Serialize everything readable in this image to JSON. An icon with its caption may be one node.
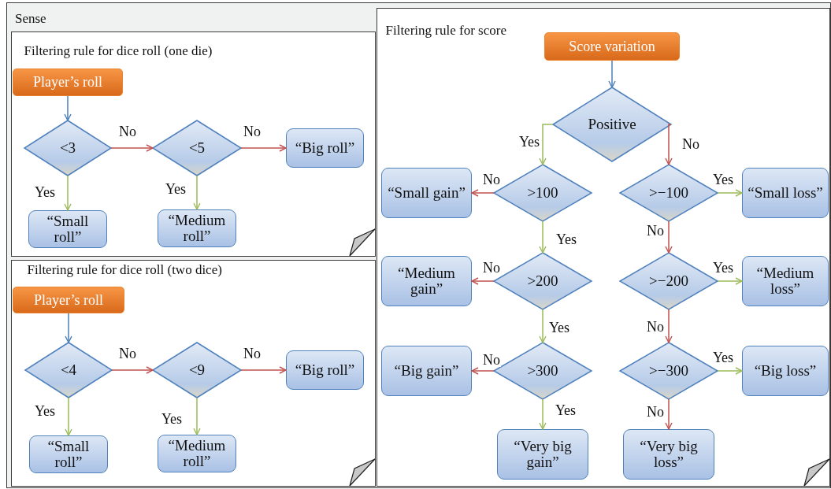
{
  "diagram": {
    "nodes": [
      {
        "text": [
          "Sense"
        ]
      },
      {
        "text": [
          "Filtering rule for dice roll (one die)"
        ],
        "in": 0
      },
      {
        "text": [
          "Player’s roll"
        ],
        "in": 1
      },
      {
        "text": [
          "<3"
        ],
        "in": 1
      },
      {
        "text": [
          "<5"
        ],
        "in": 1
      },
      {
        "text": [
          "“Big roll”"
        ],
        "in": 1
      },
      {
        "text": [
          "“Small roll”"
        ],
        "in": 1
      },
      {
        "text": [
          "“Medium roll”"
        ],
        "in": 1
      },
      {
        "text": [
          "Filtering rule for dice roll (two dice)"
        ],
        "in": 0
      },
      {
        "text": [
          "Player’s roll"
        ],
        "in": 8
      },
      {
        "text": [
          "<4"
        ],
        "in": 8
      },
      {
        "text": [
          "<9"
        ],
        "in": 8
      },
      {
        "text": [
          "“Big roll”"
        ],
        "in": 8
      },
      {
        "text": [
          "“Small roll”"
        ],
        "in": 8
      },
      {
        "text": [
          "“Medium roll”"
        ],
        "in": 8
      },
      {
        "text": [
          "Filtering rule for score"
        ],
        "in": 0
      },
      {
        "text": [
          "Score variation"
        ],
        "in": 15
      },
      {
        "text": [
          "Positive"
        ],
        "in": 15
      },
      {
        "text": [
          ">100"
        ],
        "in": 15
      },
      {
        "text": [
          "“Small gain”"
        ],
        "in": 15
      },
      {
        "text": [
          ">−100"
        ],
        "in": 15
      },
      {
        "text": [
          "“Small loss”"
        ],
        "in": 15
      },
      {
        "text": [
          ">200"
        ],
        "in": 15
      },
      {
        "text": [
          "“Medium gain”"
        ],
        "in": 15
      },
      {
        "text": [
          ">−200"
        ],
        "in": 15
      },
      {
        "text": [
          "“Medium loss”"
        ],
        "in": 15
      },
      {
        "text": [
          ">300"
        ],
        "in": 15
      },
      {
        "text": [
          "“Big gain”"
        ],
        "in": 15
      },
      {
        "text": [
          ">−300"
        ],
        "in": 15
      },
      {
        "text": [
          "“Big loss”"
        ],
        "in": 15
      },
      {
        "text": [
          "“Very big gain”"
        ],
        "in": 15
      },
      {
        "text": [
          "“Very big loss”"
        ],
        "in": 15
      }
    ],
    "edges": [
      {
        "from": 2,
        "to": 3,
        "arrow": "to",
        "color": "#4a7ebb"
      },
      {
        "from": 3,
        "to": 4,
        "arrow": "to",
        "label": "No",
        "color": "#c0504d"
      },
      {
        "from": 4,
        "to": 5,
        "arrow": "to",
        "label": "No",
        "color": "#c0504d"
      },
      {
        "from": 3,
        "to": 6,
        "arrow": "to",
        "label": "Yes",
        "color": "#9bbb59"
      },
      {
        "from": 4,
        "to": 7,
        "arrow": "to",
        "label": "Yes",
        "color": "#9bbb59"
      },
      {
        "from": 9,
        "to": 10,
        "arrow": "to",
        "color": "#4a7ebb"
      },
      {
        "from": 10,
        "to": 11,
        "arrow": "to",
        "label": "No",
        "color": "#c0504d"
      },
      {
        "from": 11,
        "to": 12,
        "arrow": "to",
        "label": "No",
        "color": "#c0504d"
      },
      {
        "from": 10,
        "to": 13,
        "arrow": "to",
        "label": "Yes",
        "color": "#9bbb59"
      },
      {
        "from": 11,
        "to": 14,
        "arrow": "to",
        "label": "Yes",
        "color": "#9bbb59"
      },
      {
        "from": 16,
        "to": 17,
        "arrow": "to",
        "color": "#4a7ebb"
      },
      {
        "from": 17,
        "to": 18,
        "arrow": "to",
        "label": "Yes",
        "color": "#9bbb59"
      },
      {
        "from": 17,
        "to": 20,
        "arrow": "to",
        "label": "No",
        "color": "#c0504d"
      },
      {
        "from": 18,
        "to": 19,
        "arrow": "to",
        "label": "No",
        "color": "#c0504d"
      },
      {
        "from": 18,
        "to": 22,
        "arrow": "to",
        "label": "Yes",
        "color": "#9bbb59"
      },
      {
        "from": 20,
        "to": 21,
        "arrow": "to",
        "label": "Yes",
        "color": "#9bbb59"
      },
      {
        "from": 20,
        "to": 24,
        "arrow": "to",
        "label": "No",
        "color": "#c0504d"
      },
      {
        "from": 22,
        "to": 23,
        "arrow": "to",
        "label": "No",
        "color": "#c0504d"
      },
      {
        "from": 22,
        "to": 26,
        "arrow": "to",
        "label": "Yes",
        "color": "#9bbb59"
      },
      {
        "from": 24,
        "to": 25,
        "arrow": "to",
        "label": "Yes",
        "color": "#9bbb59"
      },
      {
        "from": 24,
        "to": 28,
        "arrow": "to",
        "label": "No",
        "color": "#c0504d"
      },
      {
        "from": 26,
        "to": 27,
        "arrow": "to",
        "label": "No",
        "color": "#c0504d"
      },
      {
        "from": 26,
        "to": 30,
        "arrow": "to",
        "label": "Yes",
        "color": "#9bbb59"
      },
      {
        "from": 28,
        "to": 29,
        "arrow": "to",
        "label": "Yes",
        "color": "#9bbb59"
      },
      {
        "from": 28,
        "to": 31,
        "arrow": "to",
        "label": "No",
        "color": "#c0504d"
      }
    ]
  }
}
